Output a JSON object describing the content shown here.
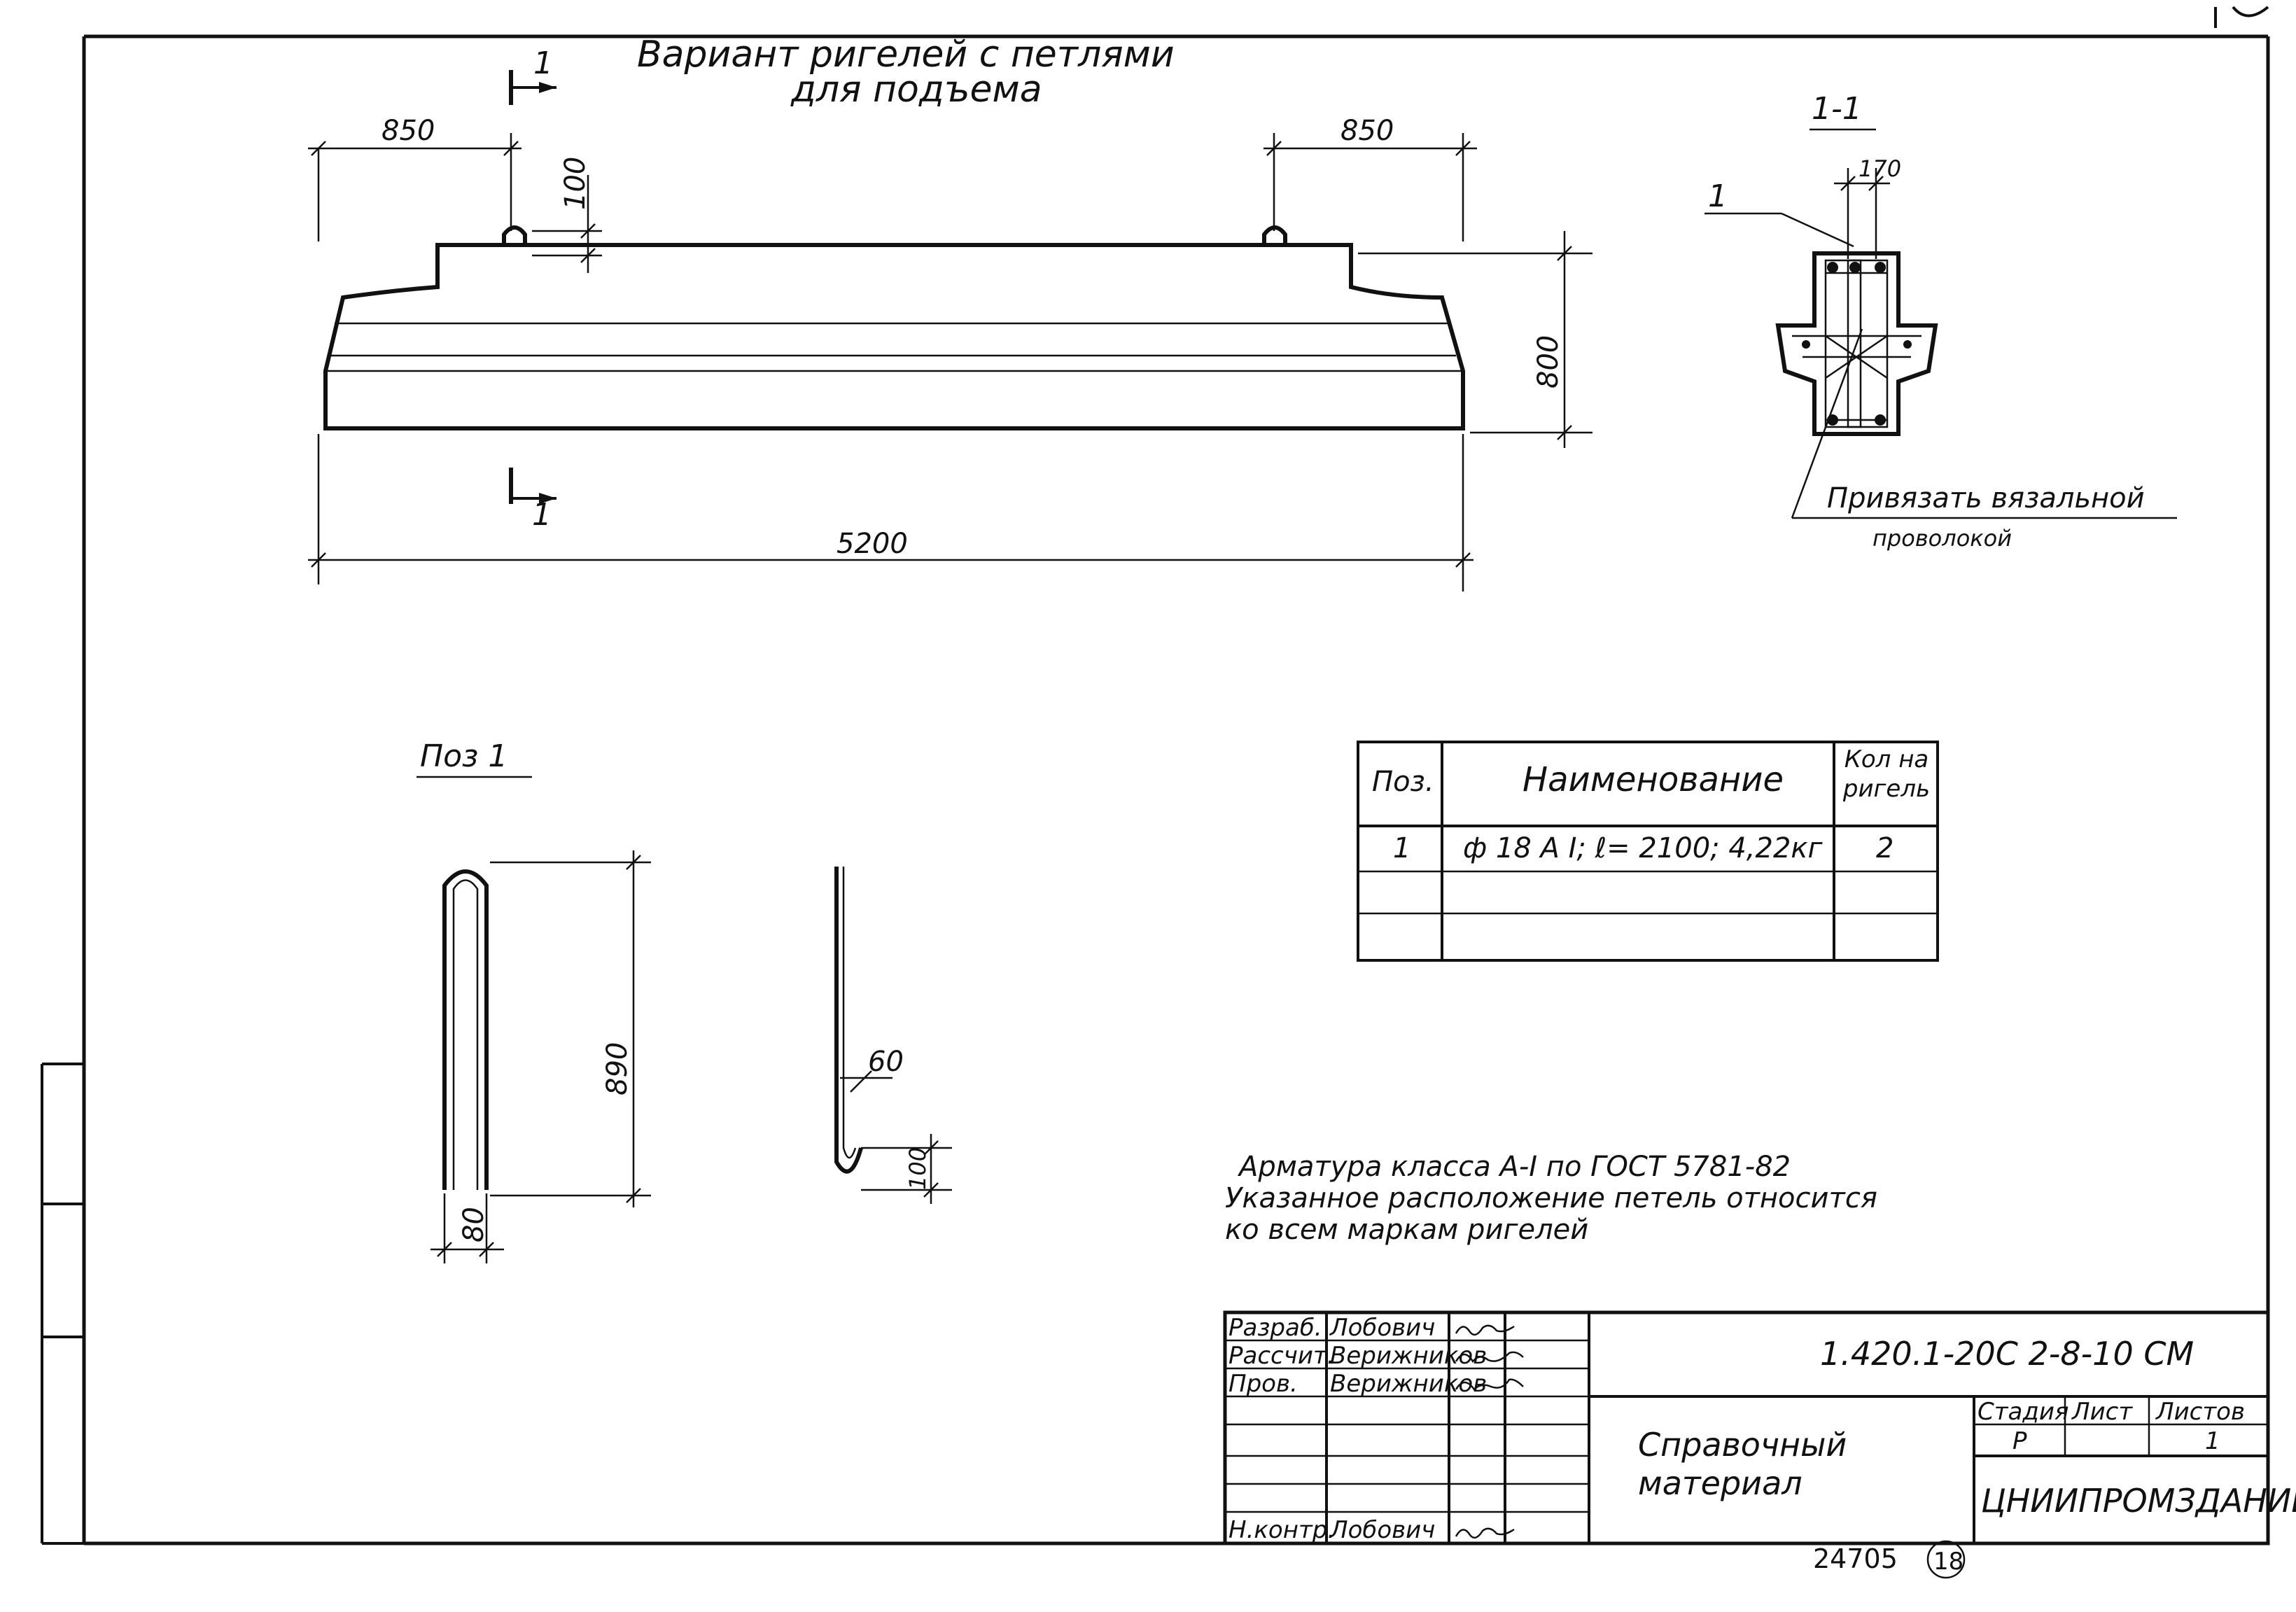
{
  "drawing": {
    "title_line1": "Вариант ригелей с петлями",
    "title_line2": "для подъема",
    "section_mark": "1",
    "section_title": "1-1",
    "dims": {
      "left_offset": "850",
      "right_offset": "850",
      "loop_height": "100",
      "beam_height": "800",
      "beam_length": "5200",
      "section_width": "170",
      "pos_height": "890",
      "pos_width": "80",
      "hook_top": "60",
      "hook_bottom": "100"
    },
    "section_leader_label": "1",
    "tie_note_line1": "Привязать вязальной",
    "tie_note_line2": "проволокой",
    "pos_label": "Поз 1"
  },
  "spec_table": {
    "headers": [
      "Поз.",
      "Наименование",
      "Кол на ригель"
    ],
    "rows": [
      [
        "1",
        "ф 18 А I; ℓ= 2100; 4,22кг",
        "2"
      ],
      [
        "",
        "",
        ""
      ],
      [
        "",
        "",
        ""
      ]
    ]
  },
  "notes": [
    "Арматура класса А-I по ГОСТ 5781-82",
    "Указанное расположение петель относится",
    "ко всем маркам ригелей"
  ],
  "title_block": {
    "roles": [
      {
        "role": "Разраб.",
        "name": "Лобович"
      },
      {
        "role": "Рассчит.",
        "name": "Верижников"
      },
      {
        "role": "Пров.",
        "name": "Верижников"
      },
      {
        "role": "",
        "name": ""
      },
      {
        "role": "",
        "name": ""
      },
      {
        "role": "",
        "name": ""
      },
      {
        "role": "Н.контр.",
        "name": "Лобович"
      }
    ],
    "code": "1.420.1-20С 2-8-10 СМ",
    "doc_title_line1": "Справочный",
    "doc_title_line2": "материал",
    "stage_label": "Стадия",
    "sheet_label": "Лист",
    "sheets_label": "Листов",
    "stage_value": "Р",
    "sheet_value": "",
    "sheets_value": "1",
    "org": "ЦНИИПРОМЗДАНИЙ"
  },
  "footer": {
    "inventory_no": "24705",
    "page_circle": "18"
  }
}
